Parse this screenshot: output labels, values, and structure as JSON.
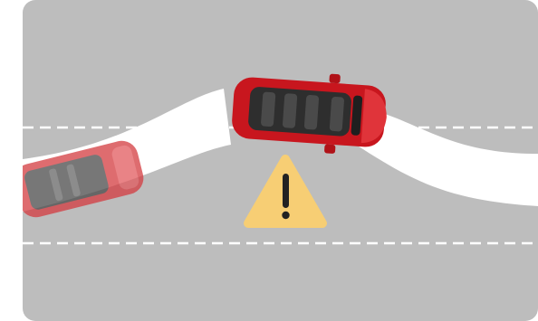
{
  "scene": {
    "name": "lane-change-warning-illustration",
    "warning": {
      "icon": "warning-triangle-icon",
      "symbol": "!",
      "color": "#F7CE74",
      "symbol_color": "#222222"
    },
    "colors": {
      "road": "#BDBDBD",
      "lane_marking": "#FFFFFF",
      "trajectory": "#FFFFFF",
      "car_body": "#C8161E",
      "car_glass": "#2E2E2E"
    },
    "vehicles": [
      {
        "name": "ego-car",
        "state": "changing-lane"
      },
      {
        "name": "ghost-car",
        "state": "previous-position"
      }
    ]
  }
}
